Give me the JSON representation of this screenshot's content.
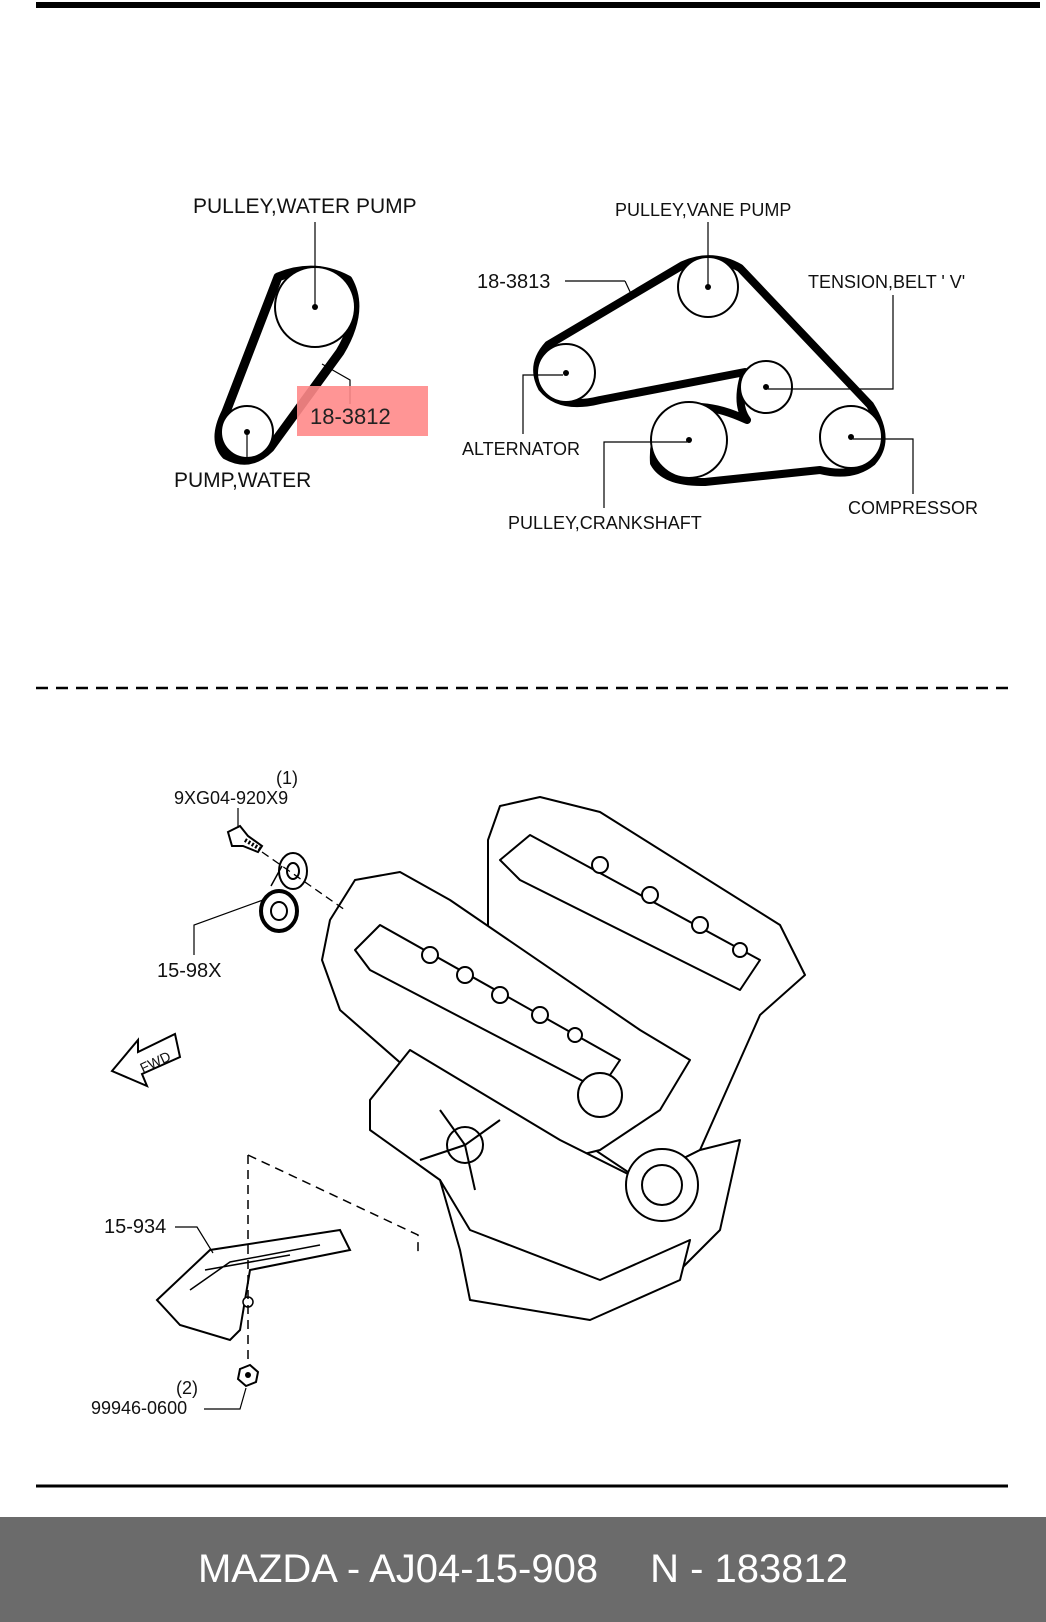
{
  "belt_diagram": {
    "left": {
      "pulley_water_pump": "PULLEY,WATER PUMP",
      "pump_water": "PUMP,WATER",
      "belt_part_highlighted": "18-3812"
    },
    "right": {
      "belt_part": "18-3813",
      "pulley_vane_pump": "PULLEY,VANE PUMP",
      "tension_belt_v": "TENSION,BELT ' V'",
      "alternator": "ALTERNATOR",
      "pulley_crankshaft": "PULLEY,CRANKSHAFT",
      "compressor": "COMPRESSOR"
    }
  },
  "engine_diagram": {
    "bolt_part": "9XG04-920X9",
    "bolt_qty": "(1)",
    "idler_part": "15-98X",
    "fwd_label": "FWD",
    "cover_part": "15-934",
    "nut_part": "99946-0600",
    "nut_qty": "(2)"
  },
  "footer": {
    "brand_part": "MAZDA - AJ04-15-908",
    "n_number": "N - 183812"
  },
  "colors": {
    "highlight": "#ff8a8a",
    "footer_bg": "#6b6b6b"
  }
}
